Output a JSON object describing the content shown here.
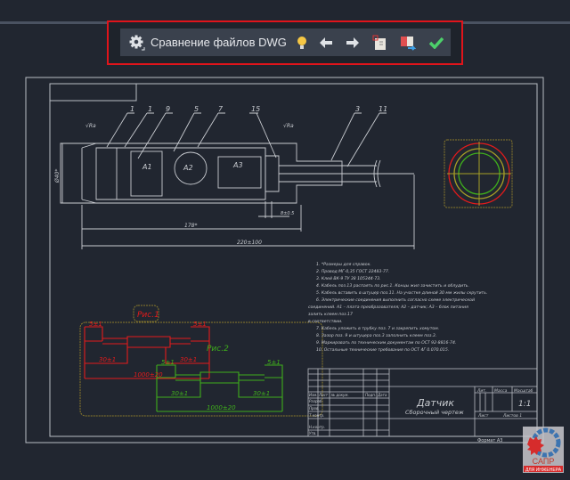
{
  "toolbar": {
    "title": "Сравнение файлов DWG",
    "icons": [
      "gear-icon",
      "lightbulb-icon",
      "arrow-left-icon",
      "arrow-right-icon",
      "snapshot-icon",
      "compare-files-icon",
      "checkmark-icon"
    ],
    "highlight_color": "#e0141b"
  },
  "drawing": {
    "callouts": [
      "1",
      "1",
      "9",
      "5",
      "7",
      "15",
      "3",
      "11"
    ],
    "components": [
      "A1",
      "A2",
      "A3"
    ],
    "dimensions": {
      "diameter": "Ø40*",
      "length": "178*",
      "overall": "220±100",
      "small": "8±0.5"
    },
    "roughness": [
      "√Ra",
      "√Ra"
    ],
    "fig1": {
      "label": "Рис.1",
      "dims": [
        "5±1",
        "5±1",
        "30±1",
        "30±1",
        "1000±20"
      ],
      "color": "#e31b1b"
    },
    "fig2": {
      "label": "Рис.2",
      "dims": [
        "5±1",
        "5±1",
        "30±1",
        "30±1",
        "1000±20"
      ],
      "color": "#3fae1c"
    },
    "notes": [
      "1. *Размеры для справок.",
      "2. Провод МГ-0,35 ГОСТ 22483-77.",
      "3. Клей ВК-9 ТУ 38 105344-73.",
      "4. Кабель поз.13 распаять по рис.1. Концы жил зачистить и облудить.",
      "5. Кабель вставить в штуцер поз.11. На участке длиной 30 мм жилы скрутить.",
      "6. Электрические соединения выполнить согласно схеме электрической",
      "соединений. А1 – плата преобразователя; А2 – датчик; А3 – блок питания",
      "залить клеем поз.17",
      "в соответствии.",
      "7. Кабель уложить в трубку поз. 7 и закрепить хомутом.",
      "8. Зазор поз. 9 и штуцера поз.3 заполнить клеем поз.3.",
      "9. Маркировать по техническим документам по ОСТ 92-8816-74.",
      "10. Остальные технические требования по ОСТ 4Г 0.070.015."
    ],
    "title_block": {
      "name": "Датчик",
      "subtitle": "Сборочный чертеж",
      "lit_header": "Лит.",
      "mass_header": "Масса",
      "scale_header": "Масштаб",
      "scale": "1:1",
      "sheet": "Лист",
      "sheets": "Листов 1",
      "rows": [
        "Изм.",
        "Лист",
        "№ докум.",
        "Подп.",
        "Дата"
      ],
      "roles": [
        "Разраб.",
        "Пров.",
        "Т.контр.",
        "Н.контр.",
        "Утв."
      ],
      "format": "Формат А3"
    }
  },
  "watermark": {
    "text": "САПР",
    "subtext": "ДЛЯ ИНЖЕНЕРА"
  }
}
